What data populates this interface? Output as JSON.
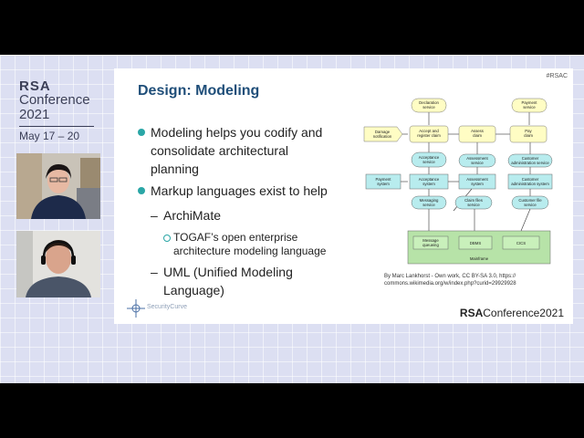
{
  "event": {
    "brand": "RSA",
    "conference": "Conference",
    "year": "2021",
    "dates": "May 17 – 20"
  },
  "slide": {
    "hashtag": "#RSAC",
    "title": "Design: Modeling",
    "bullets": [
      {
        "lines": [
          "Modeling helps you codify and",
          "consolidate architectural",
          "planning"
        ]
      },
      {
        "lines": [
          "Markup languages exist to help"
        ]
      }
    ],
    "sub_items": [
      {
        "label": "ArchiMate",
        "detail": [
          "TOGAF’s open enterprise",
          "architecture modeling language"
        ]
      },
      {
        "label": "UML (Unified Modeling",
        "label2": "Language)"
      }
    ],
    "credit": [
      "By Marc Lankhorst - Own work, CC BY-SA 3.0, https://",
      "commons.wikimedia.org/w/index.php?curid=29929928"
    ],
    "presenter_logo": "SecurityCurve",
    "footer_logo": {
      "rsa": "RSA",
      "rest": "Conference2021"
    }
  },
  "diagram": {
    "top_services": [
      "Declaration service",
      "Payment service"
    ],
    "processes": [
      "Accept and register claim",
      "Assess claim",
      "Pay claim"
    ],
    "trigger": "Damage notification",
    "app_services_row1": [
      "Acceptance service",
      "Assessment service",
      "Customer administration service"
    ],
    "components": [
      "Payment system",
      "Acceptance system",
      "Assessment system",
      "Customer administration system"
    ],
    "app_services_row2": [
      "Messaging service",
      "Claim files service",
      "Customer file service"
    ],
    "infra_services": [
      "Message queueing",
      "DBMS",
      "CICS"
    ],
    "node": "Mainframe"
  }
}
